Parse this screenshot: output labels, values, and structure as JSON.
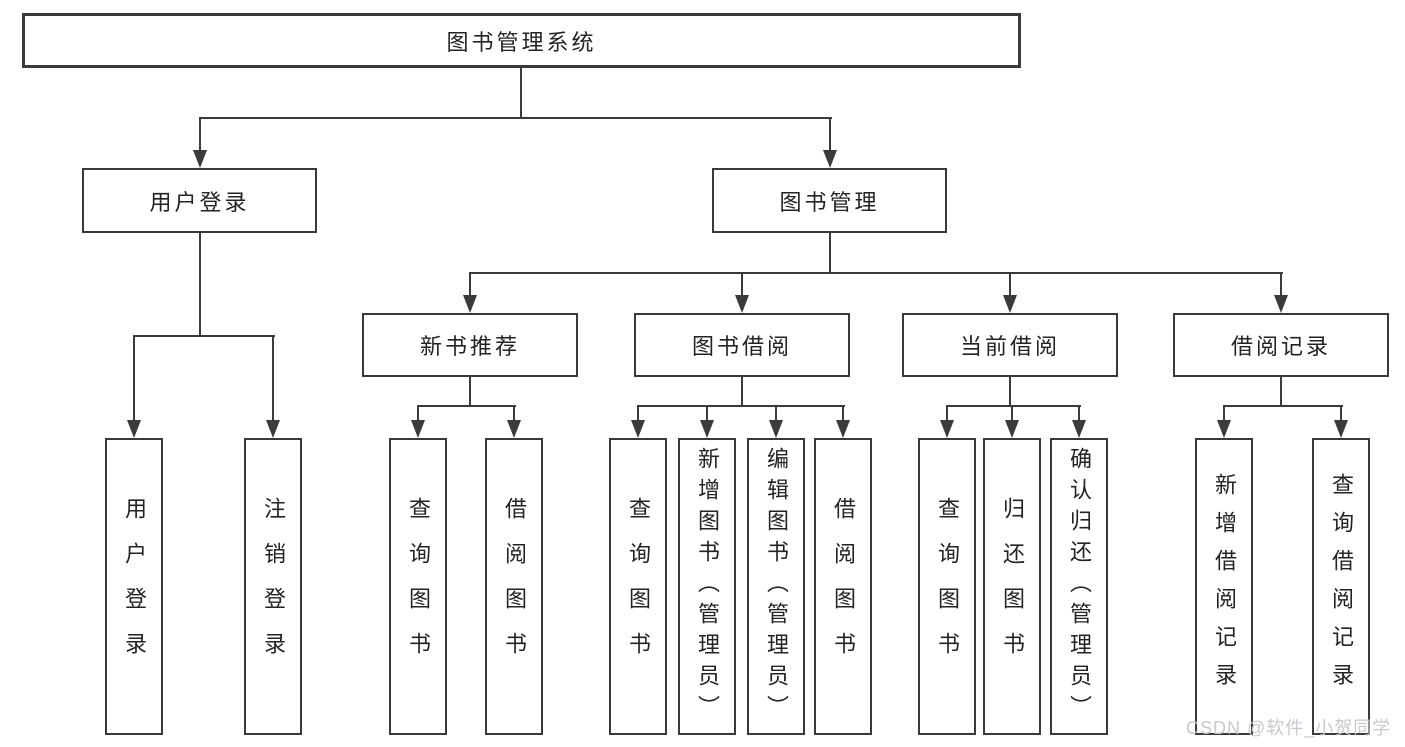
{
  "watermark": {
    "text": "CSDN @软件_小贺同学",
    "color": "#c3c6cb"
  },
  "colors": {
    "line": "#3b3b3b",
    "text": "#232323",
    "background": "#ffffff"
  },
  "tree": {
    "root": {
      "label": "图书管理系统"
    },
    "branches": [
      {
        "label": "用户登录",
        "children": [
          {
            "label": "用户登录"
          },
          {
            "label": "注销登录"
          }
        ]
      },
      {
        "label": "图书管理",
        "children": [
          {
            "label": "新书推荐",
            "children": [
              {
                "label": "查询图书"
              },
              {
                "label": "借阅图书"
              }
            ]
          },
          {
            "label": "图书借阅",
            "children": [
              {
                "label": "查询图书"
              },
              {
                "label": "新增图书（管理员）"
              },
              {
                "label": "编辑图书（管理员）"
              },
              {
                "label": "借阅图书"
              }
            ]
          },
          {
            "label": "当前借阅",
            "children": [
              {
                "label": "查询图书"
              },
              {
                "label": "归还图书"
              },
              {
                "label": "确认归还（管理员）"
              }
            ]
          },
          {
            "label": "借阅记录",
            "children": [
              {
                "label": "新增借阅记录"
              },
              {
                "label": "查询借阅记录"
              }
            ]
          }
        ]
      }
    ]
  }
}
